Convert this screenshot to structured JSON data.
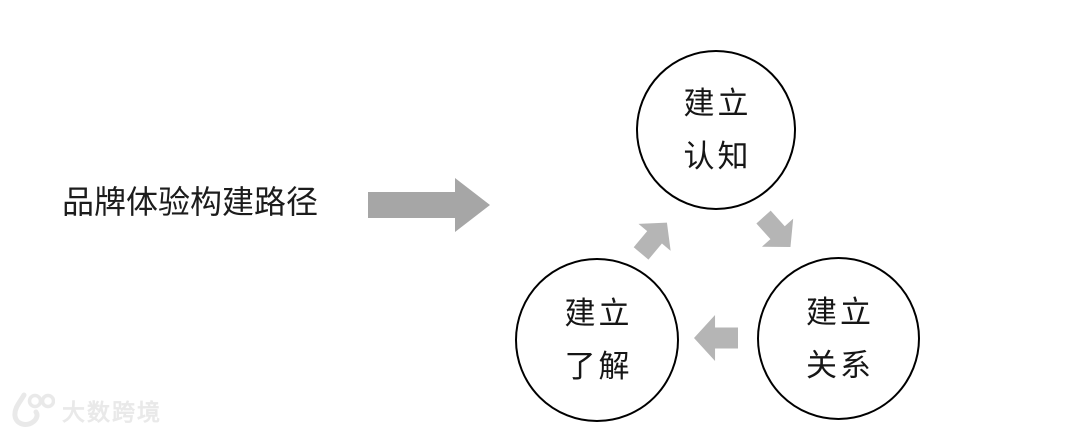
{
  "title": {
    "text": "品牌体验构建路径"
  },
  "flow_arrow": {
    "icon": "right-block-arrow-icon",
    "color": "#a6a6a6"
  },
  "cycle": {
    "node_border_color": "#000000",
    "arrow_color": "#b5b5b5",
    "nodes": [
      {
        "id": "awareness",
        "position": "top",
        "line1": "建立",
        "line2": "认知"
      },
      {
        "id": "understanding",
        "position": "bottom-left",
        "line1": "建立",
        "line2": "了解"
      },
      {
        "id": "relationship",
        "position": "bottom-right",
        "line1": "建立",
        "line2": "关系"
      }
    ],
    "arrows": [
      {
        "id": "understanding-to-awareness",
        "direction": "up-right"
      },
      {
        "id": "awareness-to-relationship",
        "direction": "down-right"
      },
      {
        "id": "relationship-to-understanding",
        "direction": "left"
      }
    ]
  },
  "watermark": {
    "logo": "100-logo",
    "text": "大数跨境",
    "color": "#e9e9e9"
  }
}
